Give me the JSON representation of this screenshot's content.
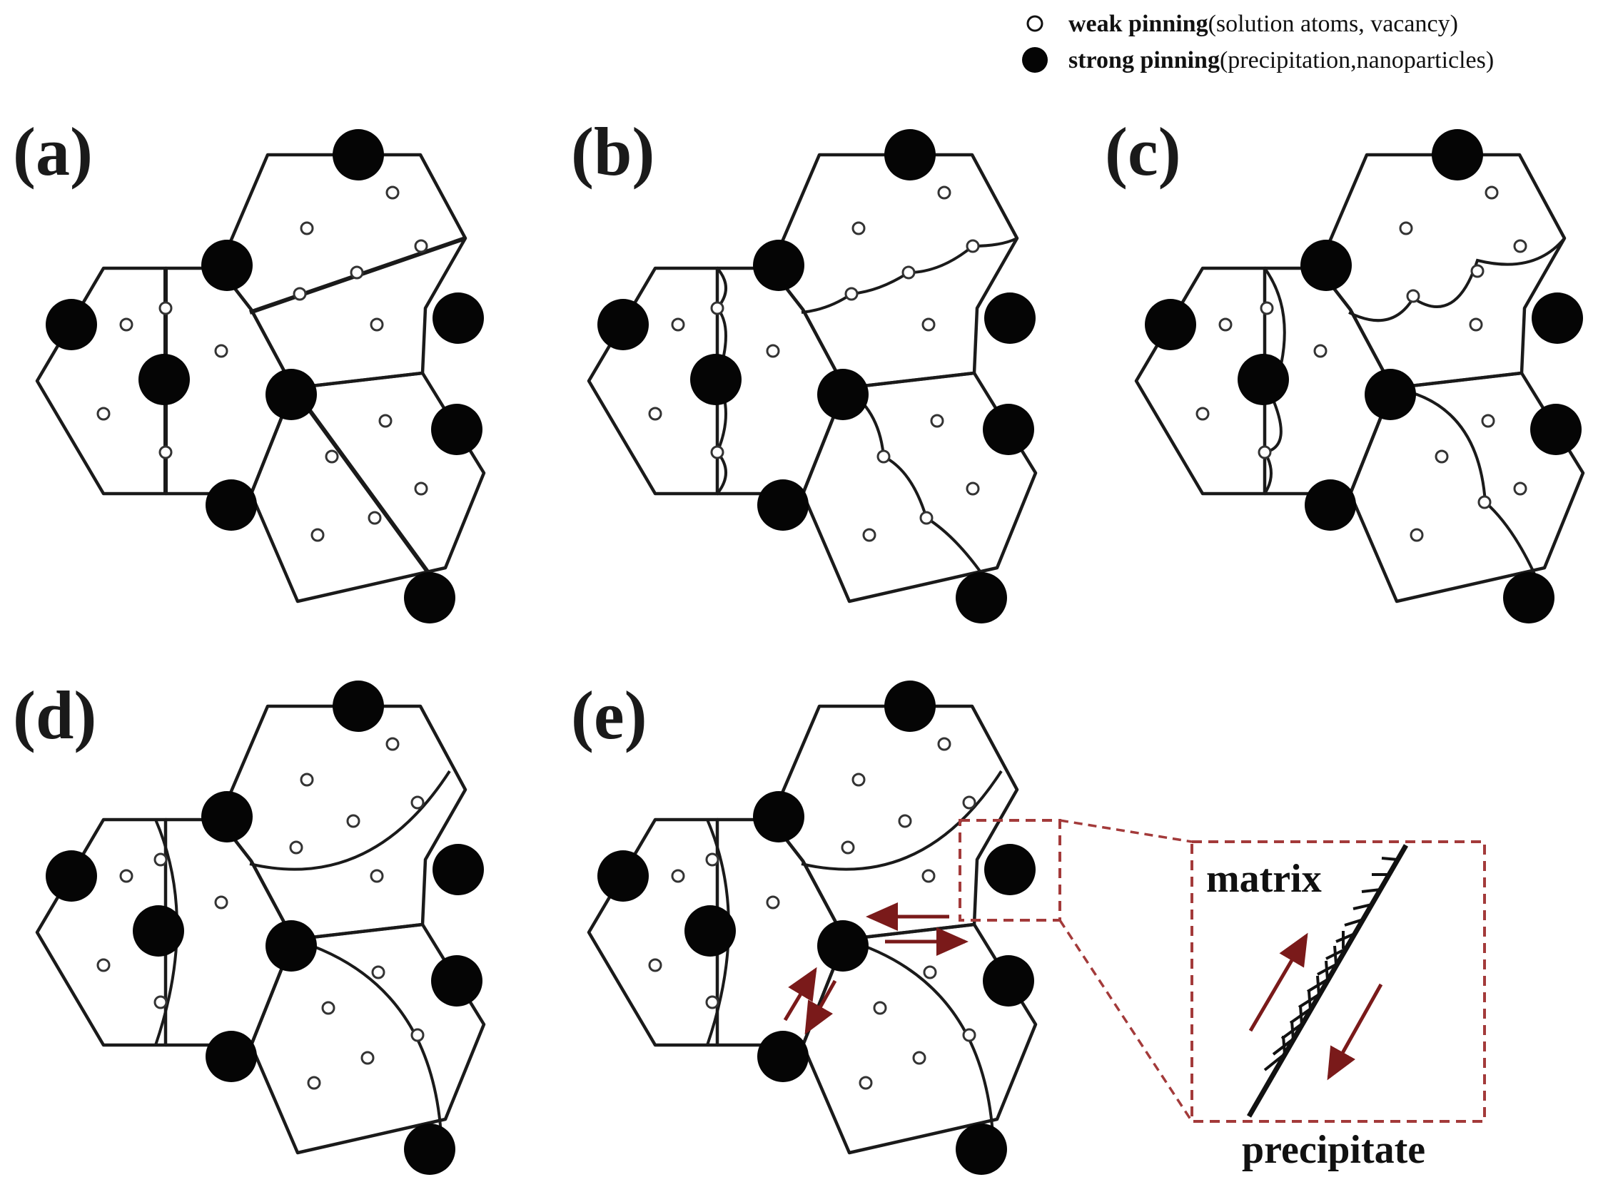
{
  "legend": {
    "weak_label_bold": "weak pinning",
    "weak_label_rest": "(solution atoms, vacancy)",
    "strong_label_bold": "strong pinning",
    "strong_label_rest": "(precipitation,nanoparticles)"
  },
  "panels": [
    {
      "id": "a",
      "label": "(a)"
    },
    {
      "id": "b",
      "label": "(b)"
    },
    {
      "id": "c",
      "label": "(c)"
    },
    {
      "id": "d",
      "label": "(d)"
    },
    {
      "id": "e",
      "label": "(e)"
    }
  ],
  "inset": {
    "matrix_label": "matrix",
    "precipitate_label": "precipitate"
  },
  "colors": {
    "line": "#1a1a1a",
    "strong_pinning": "#050505",
    "inset_dashed": "#a33a3a",
    "shear_arrow": "#7a1a1a"
  }
}
